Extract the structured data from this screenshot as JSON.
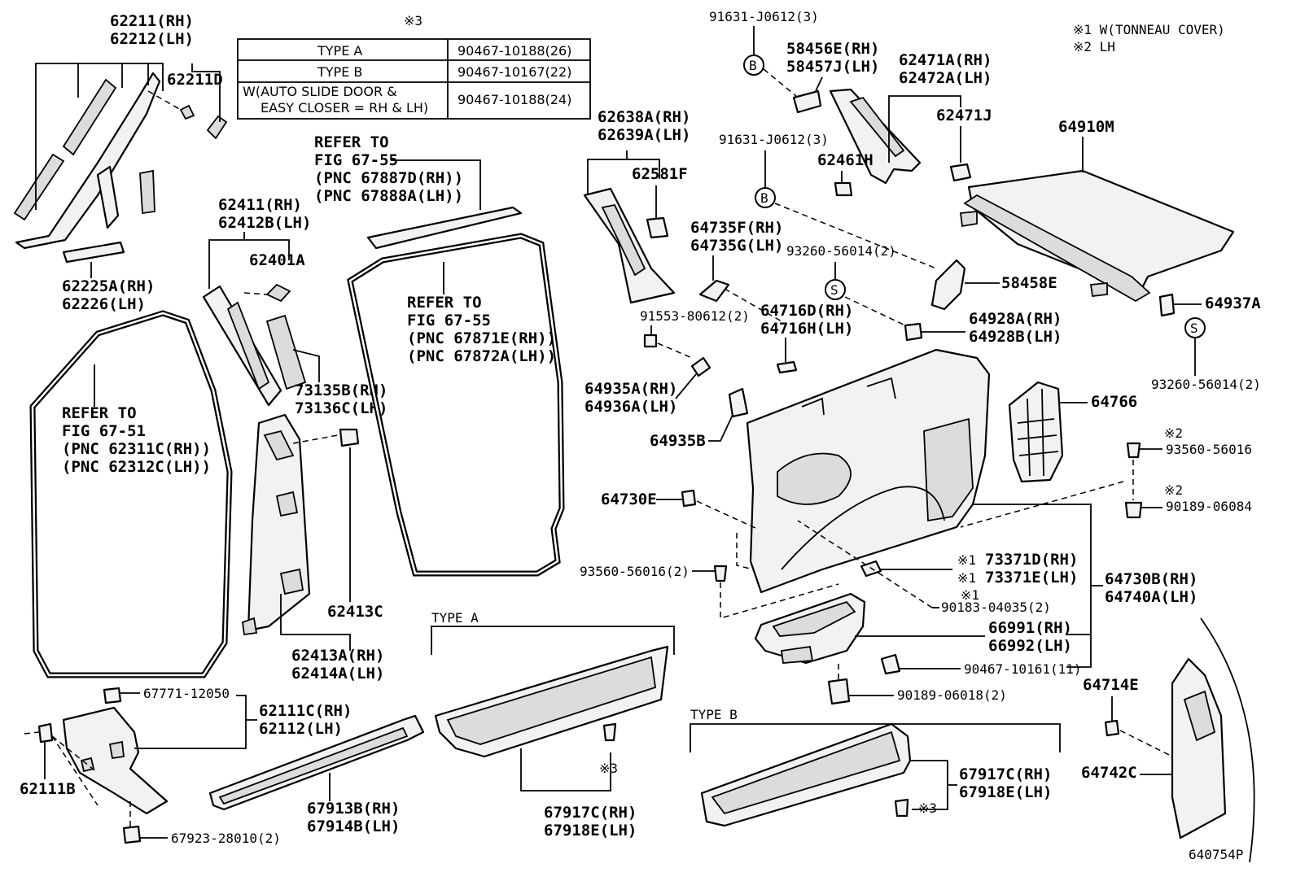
{
  "notes": {
    "note1": "※1 W(TONNEAU COVER)",
    "note2": "※2 LH"
  },
  "table": {
    "mark": "※3",
    "rows": [
      {
        "type": "TYPE A",
        "part": "90467-10188(26)"
      },
      {
        "type": "TYPE B",
        "part": "90467-10167(22)"
      },
      {
        "type_line1": "W(AUTO SLIDE DOOR &",
        "type_line2": "EASY CLOSER = RH & LH)",
        "part": "90467-10188(24)"
      }
    ]
  },
  "refs": {
    "ref_weatherstrip_top": {
      "l1": "REFER TO",
      "l2": "FIG 67-55",
      "l3": "(PNC 67887D(RH))",
      "l4": "(PNC 67888A(LH))"
    },
    "ref_door_seal": {
      "l1": "REFER TO",
      "l2": "FIG 67-55",
      "l3": "(PNC 67871E(RH))",
      "l4": "(PNC 67872A(LH))"
    },
    "ref_front_seal": {
      "l1": "REFER TO",
      "l2": "FIG 67-51",
      "l3": "(PNC 62311C(RH))",
      "l4": "(PNC 62312C(LH))"
    }
  },
  "labels": {
    "p62211": "62211(RH)",
    "p62212": "62212(LH)",
    "p62211d": "62211D",
    "p62225a": "62225A(RH)",
    "p62226": "62226(LH)",
    "p62411": "62411(RH)",
    "p62412b": "62412B(LH)",
    "p62401a": "62401A",
    "p73135b": "73135B(RH)",
    "p73136c": "73136C(LH)",
    "p62413c": "62413C",
    "p62413a": "62413A(RH)",
    "p62414a": "62414A(LH)",
    "p62638a": "62638A(RH)",
    "p62639a": "62639A(LH)",
    "p62581f": "62581F",
    "p91631_1": "91631-J0612(3)",
    "p58456e": "58456E(RH)",
    "p58457j": "58457J(LH)",
    "p91631_2": "91631-J0612(3)",
    "p62461h": "62461H",
    "p62471a": "62471A(RH)",
    "p62472a": "62472A(LH)",
    "p62471j": "62471J",
    "p64910m": "64910M",
    "p64735f": "64735F(RH)",
    "p64735g": "64735G(LH)",
    "p93260_1": "93260-56014(2)",
    "p58458e": "58458E",
    "p64937a": "64937A",
    "p91553": "91553-80612(2)",
    "p64716d": "64716D(RH)",
    "p64716h": "64716H(LH)",
    "p64928a": "64928A(RH)",
    "p64928b": "64928B(LH)",
    "p93260_2": "93260-56014(2)",
    "p64935a": "64935A(RH)",
    "p64936a": "64936A(LH)",
    "p64766": "64766",
    "p64935b": "64935B",
    "p93560_a": "93560-56016",
    "p90189_a": "90189-06084",
    "p64730e": "64730E",
    "p73371d": "73371D(RH)",
    "p73371e": "73371E(LH)",
    "p64730b": "64730B(RH)",
    "p64740a": "64740A(LH)",
    "p93560_b": "93560-56016(2)",
    "p90183": "90183-04035(2)",
    "p66991": "66991(RH)",
    "p66992": "66992(LH)",
    "p90467_b": "90467-10161(11)",
    "p90189_b": "90189-06018(2)",
    "p64714e": "64714E",
    "p64742c": "64742C",
    "p67771": "67771-12050",
    "p62111c": "62111C(RH)",
    "p62112": "62112(LH)",
    "p62111b": "62111B",
    "p67923": "67923-28010(2)",
    "p67913b": "67913B(RH)",
    "p67914b": "67914B(LH)",
    "p67917c_a": "67917C(RH)",
    "p67918e_a": "67918E(LH)",
    "p67917c_b": "67917C(RH)",
    "p67918e_b": "67918E(LH)",
    "type_a": "TYPE A",
    "type_b": "TYPE B",
    "mark1": "※1",
    "mark2": "※2",
    "mark3": "※3",
    "circle_b": "B",
    "circle_s": "S",
    "fig_id": "640754P"
  }
}
